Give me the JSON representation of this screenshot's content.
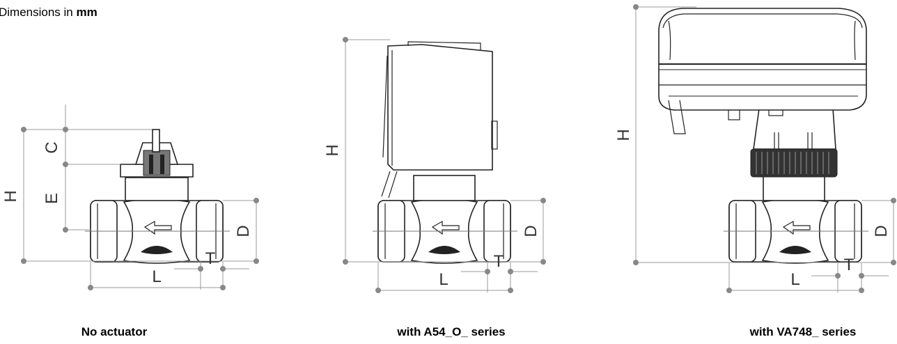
{
  "heading": {
    "prefix": "Dimensions in ",
    "unit": "mm"
  },
  "captions": [
    "No actuator",
    "with A54_O_ series",
    "with VA748_ series"
  ],
  "dims": {
    "H": "H",
    "C": "C",
    "E": "E",
    "D": "D",
    "T": "T",
    "L": "L"
  }
}
